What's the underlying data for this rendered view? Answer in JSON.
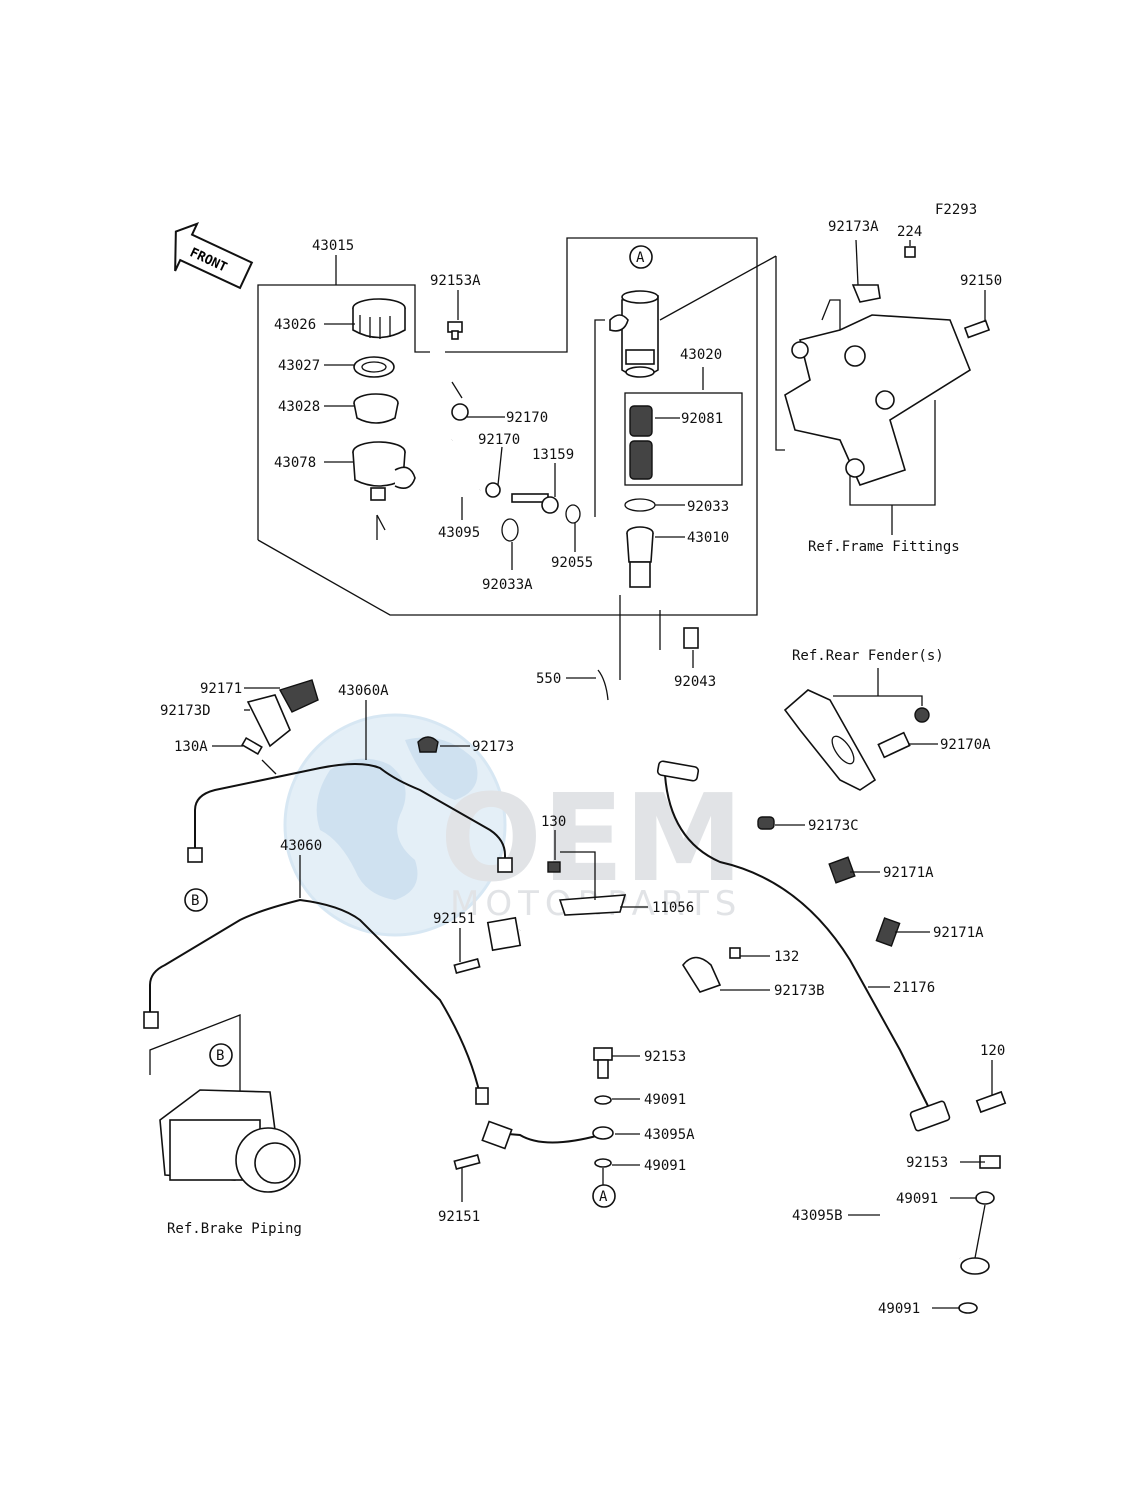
{
  "figure_code": "F2293",
  "front_label": "FRONT",
  "watermark": {
    "brand": "OEM",
    "sub": "MOTORPARTS"
  },
  "refs": {
    "frame_fittings": "Ref.Frame Fittings",
    "rear_fenders": "Ref.Rear Fender(s)",
    "brake_piping": "Ref.Brake Piping"
  },
  "markers": {
    "a": "A",
    "b": "B"
  },
  "parts": {
    "p43015": "43015",
    "p43026": "43026",
    "p43027": "43027",
    "p43028": "43028",
    "p43078": "43078",
    "p92153A": "92153A",
    "p92170_1": "92170",
    "p92170_2": "92170",
    "p13159": "13159",
    "p43095": "43095",
    "p92033A": "92033A",
    "p92055": "92055",
    "p43020": "43020",
    "p92081": "92081",
    "p92033": "92033",
    "p43010": "43010",
    "p92043": "92043",
    "p550": "550",
    "p92173A": "92173A",
    "p224": "224",
    "p92150": "92150",
    "p92171": "92171",
    "p92173D": "92173D",
    "p130A": "130A",
    "p43060A": "43060A",
    "p92173": "92173",
    "p92170A": "92170A",
    "p92173C": "92173C",
    "p92171A_1": "92171A",
    "p92171A_2": "92171A",
    "p130": "130",
    "p11056": "11056",
    "p43060": "43060",
    "p92151_1": "92151",
    "p132": "132",
    "p92173B": "92173B",
    "p21176": "21176",
    "p92153_1": "92153",
    "p49091_1": "49091",
    "p43095A": "43095A",
    "p49091_2": "49091",
    "p120": "120",
    "p92153_2": "92153",
    "p49091_3": "49091",
    "p43095B": "43095B",
    "p49091_4": "49091",
    "p92151_2": "92151"
  }
}
